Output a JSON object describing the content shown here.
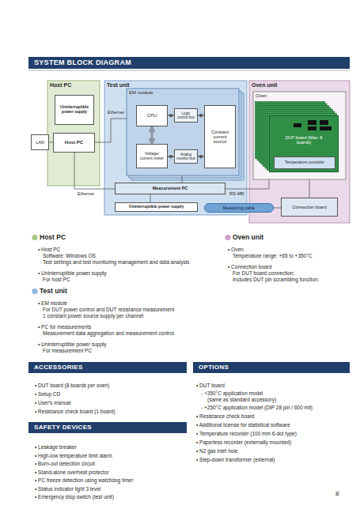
{
  "diagram": {
    "title": "SYSTEM BLOCK DIAGRAM",
    "nodes": [
      {
        "text": [
          "Host PC"
        ]
      },
      {
        "text": [
          "Uninterruptible power supply"
        ],
        "in": 0
      },
      {
        "text": [
          "Host PC"
        ],
        "in": 0
      },
      {
        "text": [
          "LAN"
        ]
      },
      {
        "text": [
          "Test unit"
        ]
      },
      {
        "text": [
          "EM module"
        ],
        "in": 4
      },
      {
        "text": [
          "CPU"
        ],
        "in": 5
      },
      {
        "text": [
          "Logic control bus"
        ],
        "in": 5
      },
      {
        "text": [
          "Constant current source"
        ],
        "in": 5
      },
      {
        "text": [
          "Voltage/ current meter"
        ],
        "in": 5
      },
      {
        "text": [
          "Analog monitor bus"
        ],
        "in": 5
      },
      {
        "text": [
          "Measurement PC"
        ],
        "in": 4
      },
      {
        "text": [
          "Uninterruptible power supply"
        ],
        "in": 4
      },
      {
        "text": [
          "Oven unit"
        ]
      },
      {
        "text": [
          "Oven"
        ],
        "in": 13
      },
      {
        "text": [
          "DUT board (Max. 8 boards)"
        ],
        "in": 14
      },
      {
        "text": [
          "Temperature controller"
        ],
        "in": 15
      },
      {
        "text": [
          "Measuring cable"
        ]
      },
      {
        "text": [
          "Connection board"
        ]
      },
      {
        "text": [
          "ACCESSORIES"
        ]
      },
      {
        "text": [
          "OPTIONS"
        ]
      },
      {
        "text": [
          "SAFETY DEVICES"
        ]
      }
    ],
    "edges": [
      {
        "from": 3,
        "to": 2,
        "arrow": "none"
      },
      {
        "from": 2,
        "to": 5,
        "label": "Ethernet",
        "arrow": "none"
      },
      {
        "from": 2,
        "to": 11,
        "label": "Ethernet",
        "arrow": "none"
      },
      {
        "from": 6,
        "to": 9,
        "arrow": "both"
      },
      {
        "from": 6,
        "to": 7,
        "arrow": "both"
      },
      {
        "from": 7,
        "to": 8,
        "arrow": "both"
      },
      {
        "from": 9,
        "to": 10,
        "arrow": "both"
      },
      {
        "from": 10,
        "to": 8,
        "arrow": "both"
      },
      {
        "from": 5,
        "to": 11,
        "arrow": "none"
      },
      {
        "from": 11,
        "to": 12,
        "arrow": "none"
      },
      {
        "from": 11,
        "to": 14,
        "label": "RS-485",
        "arrow": "none"
      },
      {
        "from": 17,
        "to": 18,
        "arrow": "none"
      },
      {
        "from": 18,
        "to": 14,
        "arrow": "none"
      }
    ],
    "labels": [
      "Host PC",
      "• Host PC",
      "Software: Windows OS",
      "Test settings and test monitoring management and data analysis",
      "• Uninterruptible power supply",
      "For host PC",
      "Test unit",
      "• EM module",
      "For DUT power control and DUT resistance measurement",
      "1 constant power source supply per channel",
      "• PC for measurements",
      "Measurement data aggregation and measurement control",
      "• Uninterruptible power supply",
      "For measurement PC",
      "Oven unit",
      "• Oven",
      "Temperature range: +65 to +350°C",
      "• Connection board",
      "For DUT board connection;",
      "Includes DUT pin scrambling function.",
      "• DUT board (8 boards per oven)",
      "• Setup CD",
      "• User's manual",
      "• Resistance check board (1 board)",
      "• DUT board",
      "- +350°C application model",
      "(same as standard accessory)",
      "- +250°C application model (DIP 28 pin / 600 mil)",
      "• Resistance check board",
      "• Additional license for statistical software",
      "• Temperature recorder (100 mm 6-dot type)",
      "• Paperless recorder (externally mounted)",
      "• N2 gas inlet hole",
      "• Step-down transformer (external)",
      "• Leakage breaker",
      "• High-low temperature limit alarm",
      "• Burn-out detection circuit",
      "• Stand-alone overheat protector",
      "• PC freeze detection using watchdog timer",
      "• Status indicator light 3 level",
      "• Emergency stop switch (test unit)",
      "8"
    ]
  }
}
